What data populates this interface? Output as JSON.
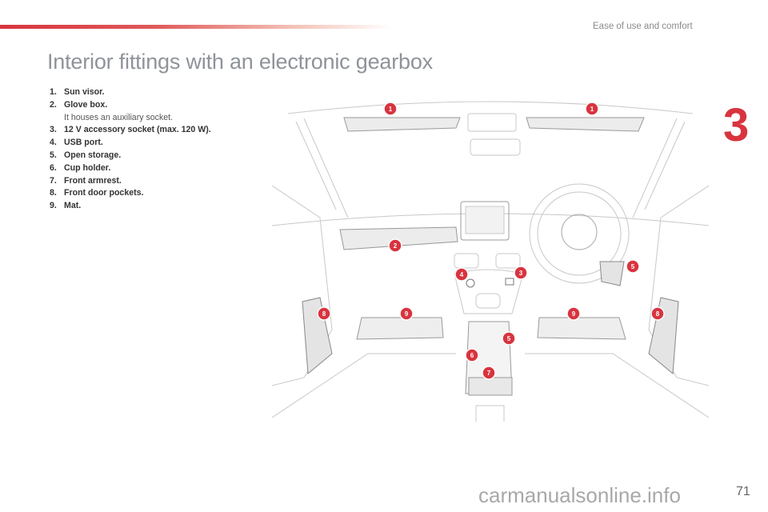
{
  "header": {
    "section": "Ease of use and comfort",
    "chapter": "3"
  },
  "title": "Interior fittings with an electronic gearbox",
  "items": [
    {
      "num": "1.",
      "label": "Sun visor."
    },
    {
      "num": "2.",
      "label": "Glove box.",
      "sub": "It houses an auxiliary socket."
    },
    {
      "num": "3.",
      "label": "12 V accessory socket (max. 120 W)."
    },
    {
      "num": "4.",
      "label": "USB port."
    },
    {
      "num": "5.",
      "label": "Open storage."
    },
    {
      "num": "6.",
      "label": "Cup holder."
    },
    {
      "num": "7.",
      "label": "Front armrest."
    },
    {
      "num": "8.",
      "label": "Front door pockets."
    },
    {
      "num": "9.",
      "label": "Mat."
    }
  ],
  "callouts": [
    "1",
    "1",
    "2",
    "3",
    "4",
    "5",
    "5",
    "6",
    "7",
    "8",
    "8",
    "9",
    "9"
  ],
  "page_number": "71",
  "watermark": "carmanualsonline.info",
  "colors": {
    "accent": "#d8343f",
    "title": "#8f9399"
  }
}
